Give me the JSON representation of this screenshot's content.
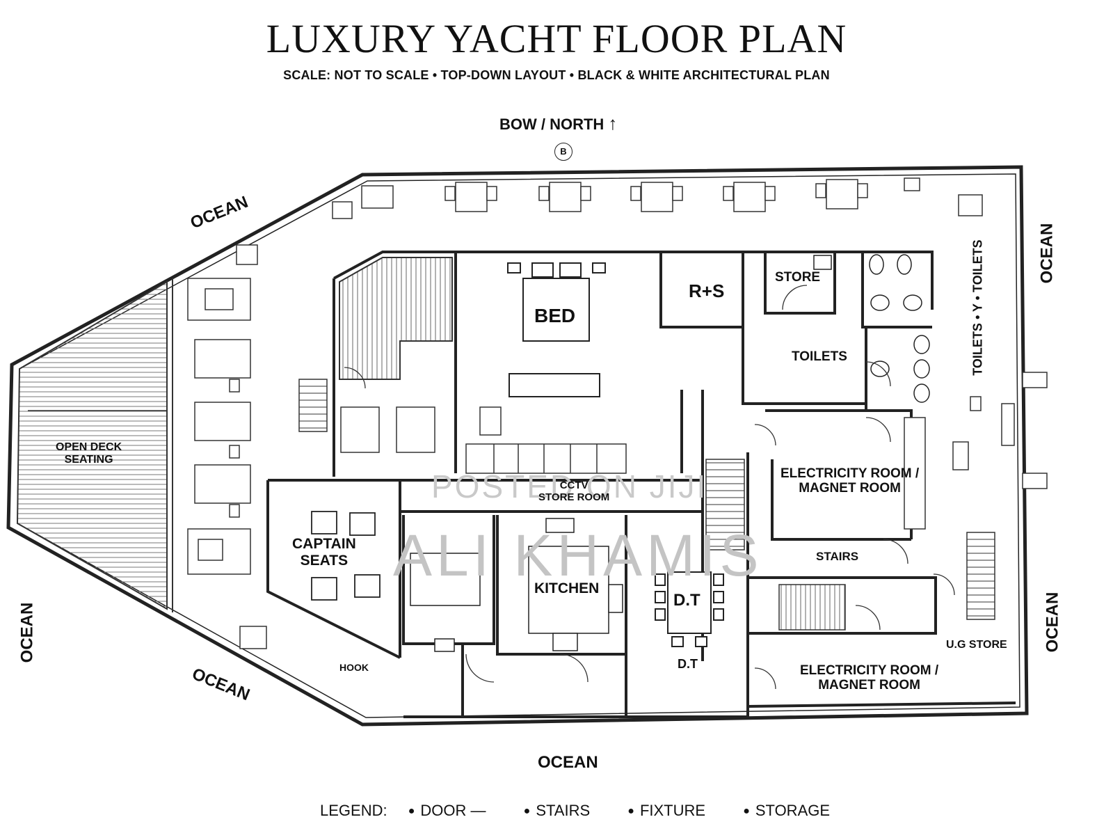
{
  "title": "LUXURY YACHT FLOOR PLAN",
  "subtitle": "SCALE: NOT TO SCALE • TOP-DOWN LAYOUT • BLACK & WHITE ARCHITECTURAL PLAN",
  "bow": {
    "label": "BOW / NORTH",
    "arrow": "↑",
    "marker": "B"
  },
  "ocean_label": "OCEAN",
  "rooms": {
    "open_deck": "OPEN DECK\nSEATING",
    "bed": "BED",
    "r_s": "R+S",
    "store": "STORE",
    "toilets": "TOILETS",
    "toilets_side": "TOILETS • Y • TOILETS",
    "electricity_1": "ELECTRICITY ROOM /\nMAGNET ROOM",
    "cctv": "CCTV\nSTORE ROOM",
    "captain": "CAPTAIN\nSEATS",
    "kitchen": "KITCHEN",
    "dt_table": "D.T",
    "dt_area": "D.T",
    "stairs": "STAIRS",
    "ug_store": "U.G STORE",
    "electricity_2": "ELECTRICITY ROOM /\nMAGNET ROOM",
    "hook": "HOOK"
  },
  "legend": {
    "title": "LEGEND:",
    "door": "DOOR —",
    "stairs": "STAIRS",
    "fixture": "FIXTURE",
    "storage": "STORAGE"
  },
  "watermark": {
    "line1": "POSTED ON JIJI",
    "line2": "ALI KHAMIS"
  }
}
